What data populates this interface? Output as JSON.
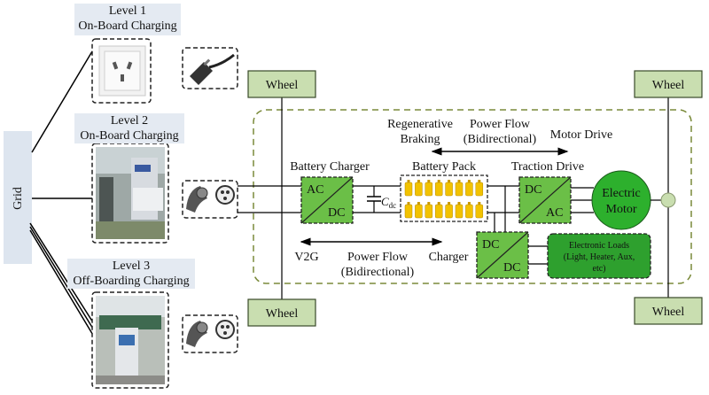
{
  "grid": {
    "label": "Grid"
  },
  "levels": [
    {
      "title": "Level 1",
      "subtitle": "On-Board Charging"
    },
    {
      "title": "Level 2",
      "subtitle": "On-Board Charging"
    },
    {
      "title": "Level 3",
      "subtitle": "Off-Boarding Charging"
    }
  ],
  "wheels": [
    "Wheel",
    "Wheel",
    "Wheel",
    "Wheel"
  ],
  "battery_charger": {
    "title": "Battery Charger",
    "top": "AC",
    "bottom": "DC"
  },
  "capacitor": {
    "label": "C",
    "subscript": "dc"
  },
  "battery_pack": {
    "title": "Battery Pack",
    "cells_per_row": 8
  },
  "traction_drive": {
    "title": "Traction Drive",
    "top": "DC",
    "bottom": "AC"
  },
  "electric_motor": {
    "line1": "Electric",
    "line2": "Motor"
  },
  "aux_converter": {
    "top": "DC",
    "bottom": "DC"
  },
  "electronic_loads": {
    "line1": "Electronic Loads",
    "line2": "(Light, Heater, Aux,",
    "line3": "etc)"
  },
  "top_flow": {
    "left1": "Regenerative",
    "left2": "Braking",
    "center1": "Power Flow",
    "center2": "(Bidirectional)",
    "right": "Motor Drive"
  },
  "bottom_flow": {
    "left": "V2G",
    "center1": "Power Flow",
    "center2": "(Bidirectional)",
    "right": "Charger"
  },
  "colors": {
    "converter_fill": "#6bbf47",
    "motor_fill": "#2db02d",
    "loads_fill": "#2ea02e",
    "wheel_fill": "#c9deb0",
    "wheel_border": "#3a4a2a",
    "cell_fill": "#f2c200",
    "outline_dash": "#7a8a3a",
    "grid_bar": "#dde5ef",
    "level_label_bg": "#e4eaf2"
  }
}
